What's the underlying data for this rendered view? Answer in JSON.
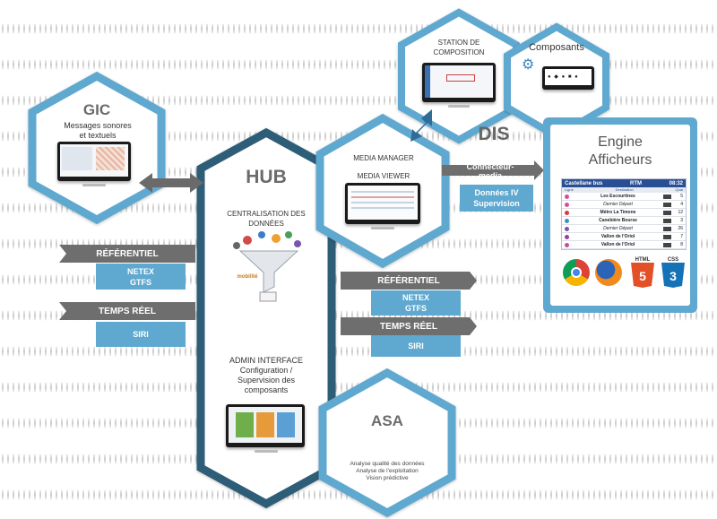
{
  "gic": {
    "title": "GIC",
    "subtitle_line1": "Messages sonores",
    "subtitle_line2": "et textuels"
  },
  "hub": {
    "title": "HUB",
    "centralisation_line1": "CENTRALISATION DES",
    "centralisation_line2": "DONNÉES",
    "admin_line1": "ADMIN INTERFACE",
    "admin_line2": "Configuration /",
    "admin_line3": "Supervision des",
    "admin_line4": "composants",
    "logo": "mobilité"
  },
  "left_inputs": {
    "referentiel_label": "RÉFÉRENTIEL",
    "referentiel_items": [
      "NETEX",
      "GTFS"
    ],
    "temps_reel_label": "TEMPS RÉEL",
    "temps_reel_items": [
      "SIRI"
    ]
  },
  "right_inputs": {
    "referentiel_label": "RÉFÉRENTIEL",
    "referentiel_items": [
      "NETEX",
      "GTFS"
    ],
    "temps_reel_label": "TEMPS RÉEL",
    "temps_reel_items": [
      "SIRI"
    ]
  },
  "station": {
    "line1": "STATION DE",
    "line2": "COMPOSITION"
  },
  "composants": {
    "title": "Composants"
  },
  "dis": {
    "title": "DIS"
  },
  "media": {
    "line1": "MEDIA MANAGER",
    "line2": "MEDIA VIEWER"
  },
  "connecteur": {
    "label_line1": "Connecteur-",
    "label_line2": "media",
    "box_line1": "Données IV",
    "box_line2": "Supervision"
  },
  "engine": {
    "title_line1": "Engine",
    "title_line2": "Afficheurs",
    "board": {
      "name": "Castellane bus",
      "brand": "RTM",
      "clock": "08:32",
      "col_line": "Ligne",
      "col_dest": "Destination",
      "col_min": "Quai",
      "rows": [
        {
          "dest": "Les Escourtines",
          "quai": "5",
          "color": "#d64f9b",
          "italic": false
        },
        {
          "dest": "Dernier Départ",
          "quai": "4",
          "color": "#d64f9b",
          "italic": true
        },
        {
          "dest": "Métro La Timone",
          "quai": "12",
          "color": "#e0393b",
          "italic": false
        },
        {
          "dest": "Canebière Bourse",
          "quai": "3",
          "color": "#3a8fd0",
          "italic": false
        },
        {
          "dest": "Dernier Départ",
          "quai": "26",
          "color": "#7d52a8",
          "italic": true
        },
        {
          "dest": "Vallon de l'Oriol",
          "quai": "7",
          "color": "#9b3ba6",
          "italic": false
        },
        {
          "dest": "Vallon de l'Oriol",
          "quai": "8",
          "color": "#c24ea0",
          "italic": false
        }
      ]
    },
    "badges": [
      "HTML",
      "CSS"
    ]
  },
  "asa": {
    "title": "ASA",
    "line1": "Analyse qualité des données",
    "line2": "Analyse de l'exploitation",
    "line3": "Vision prédictive"
  },
  "colors": {
    "hex_border": "#5fa8cf",
    "hub_border": "#2e5d78",
    "bar": "#6e6e6e",
    "arrow": "#2f6d96"
  }
}
